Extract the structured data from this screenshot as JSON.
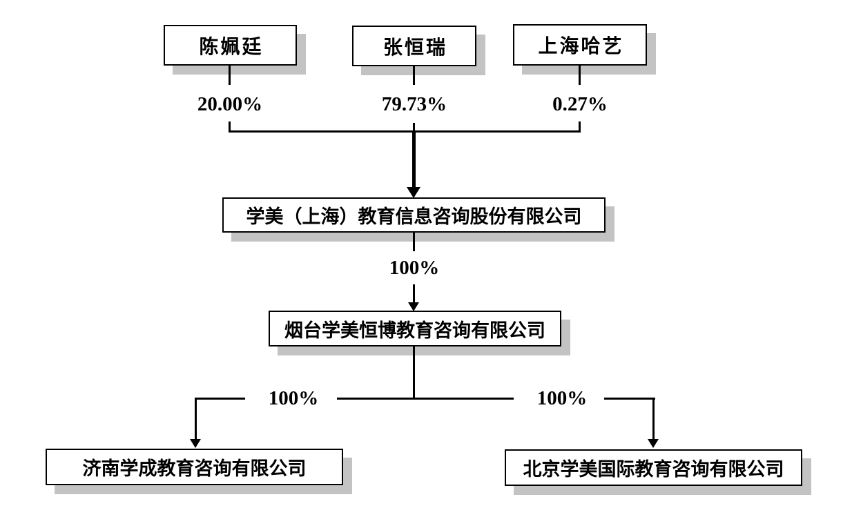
{
  "diagram": {
    "type": "equity-ownership-structure",
    "colors": {
      "background": "#ffffff",
      "line": "#000000",
      "box_border": "#000000",
      "box_fill": "#ffffff",
      "box_shadow": "#c3c3c3"
    },
    "shareholders": [
      {
        "name": "陈姵廷",
        "ownership": "20.00%"
      },
      {
        "name": "张恒瑞",
        "ownership": "79.73%"
      },
      {
        "name": "上海哈艺",
        "ownership": "0.27%"
      }
    ],
    "company": {
      "name": "学美（上海）教育信息咨询股份有限公司"
    },
    "holding": {
      "ownership": "100%"
    },
    "subsidiary": {
      "name": "烟台学美恒博教育咨询有限公司"
    },
    "branches": [
      {
        "ownership": "100%",
        "company": "济南学成教育咨询有限公司"
      },
      {
        "ownership": "100%",
        "company": "北京学美国际教育咨询有限公司"
      }
    ]
  }
}
